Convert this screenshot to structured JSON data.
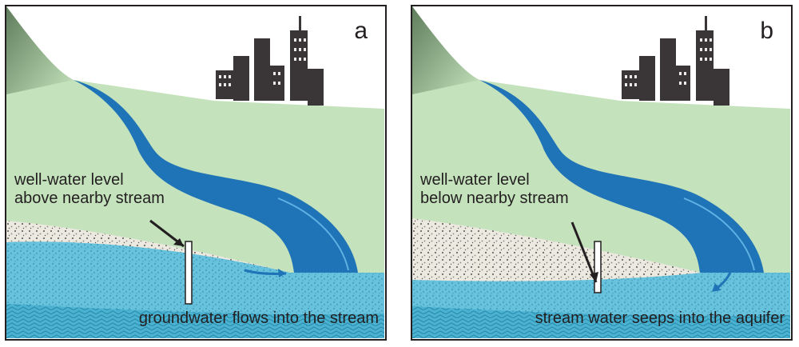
{
  "panels": [
    {
      "letter": "a",
      "label_line1": "well-water level",
      "label_line2": "above nearby stream",
      "bottom_label": "groundwater flows into the stream"
    },
    {
      "letter": "b",
      "label_line1": "well-water level",
      "label_line2": "below nearby stream",
      "bottom_label": "stream water seeps into the aquifer"
    }
  ],
  "colors": {
    "land": "#c4e2bb",
    "hill_shadow": "#6d8a6a",
    "stream": "#1f73b7",
    "stream_highlight": "#5fb2e3",
    "groundwater": "#67c3dd",
    "bedrock": "#4bb3d1",
    "unsaturated_zone": "#ebe9e0",
    "city": "#3a3637",
    "outline": "#231f20"
  }
}
